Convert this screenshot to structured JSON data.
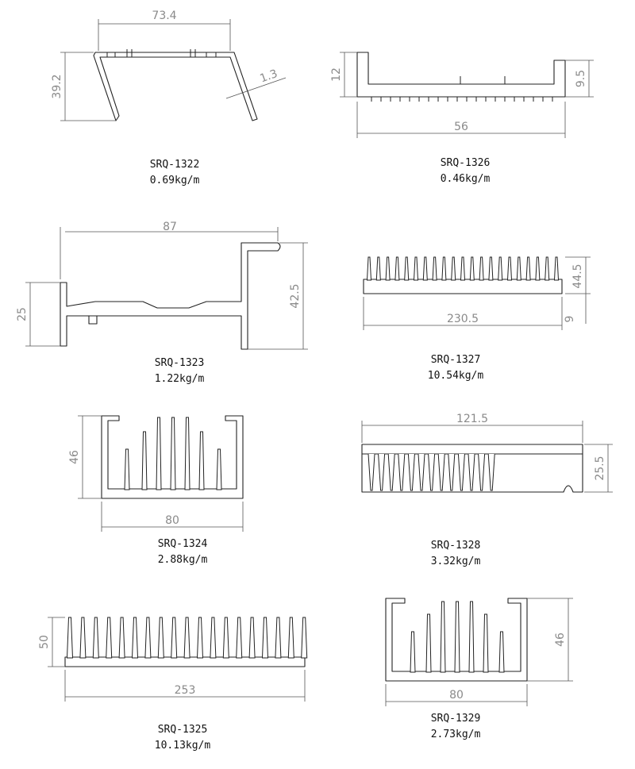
{
  "profiles": [
    {
      "code": "SRQ-1322",
      "weight": "0.69kg/m",
      "dims": [
        "73.4",
        "39.2",
        "1.3"
      ]
    },
    {
      "code": "SRQ-1326",
      "weight": "0.46kg/m",
      "dims": [
        "12",
        "9.5",
        "56"
      ]
    },
    {
      "code": "SRQ-1323",
      "weight": "1.22kg/m",
      "dims": [
        "87",
        "25",
        "42.5"
      ]
    },
    {
      "code": "SRQ-1327",
      "weight": "10.54kg/m",
      "dims": [
        "44.5",
        "230.5",
        "9"
      ]
    },
    {
      "code": "SRQ-1324",
      "weight": "2.88kg/m",
      "dims": [
        "46",
        "80"
      ]
    },
    {
      "code": "SRQ-1328",
      "weight": "3.32kg/m",
      "dims": [
        "121.5",
        "25.5"
      ]
    },
    {
      "code": "SRQ-1325",
      "weight": "10.13kg/m",
      "dims": [
        "50",
        "253"
      ]
    },
    {
      "code": "SRQ-1329",
      "weight": "2.73kg/m",
      "dims": [
        "46",
        "80"
      ]
    }
  ]
}
